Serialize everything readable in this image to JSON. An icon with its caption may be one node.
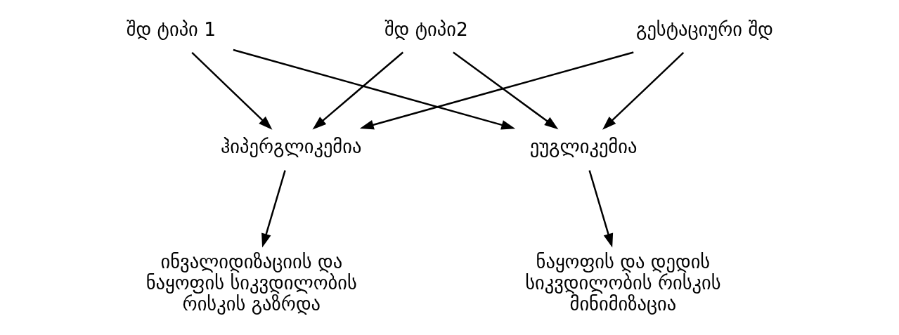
{
  "diagram": {
    "nodes": [
      {
        "text": [
          "შდ ტიპი 1"
        ]
      },
      {
        "text": [
          "შდ ტიპი2"
        ]
      },
      {
        "text": [
          "გესტაციური შდ"
        ]
      },
      {
        "text": [
          "ჰიპერგლიკემია"
        ]
      },
      {
        "text": [
          "ეუგლიკემია"
        ]
      },
      {
        "text": [
          "ინვალიდიზაციის და ნაყოფის სიკვდილობის რისკის გაზრდა"
        ]
      },
      {
        "text": [
          "ნაყოფის და დედის სიკვდილობის რისკის მინიმიზაცია"
        ]
      }
    ],
    "edges": [
      {
        "from": 0,
        "to": 3,
        "arrow": "to"
      },
      {
        "from": 0,
        "to": 4,
        "arrow": "to"
      },
      {
        "from": 1,
        "to": 3,
        "arrow": "to"
      },
      {
        "from": 1,
        "to": 4,
        "arrow": "to"
      },
      {
        "from": 2,
        "to": 3,
        "arrow": "to"
      },
      {
        "from": 2,
        "to": 4,
        "arrow": "to"
      },
      {
        "from": 3,
        "to": 5,
        "arrow": "to"
      },
      {
        "from": 4,
        "to": 6,
        "arrow": "to"
      }
    ]
  }
}
